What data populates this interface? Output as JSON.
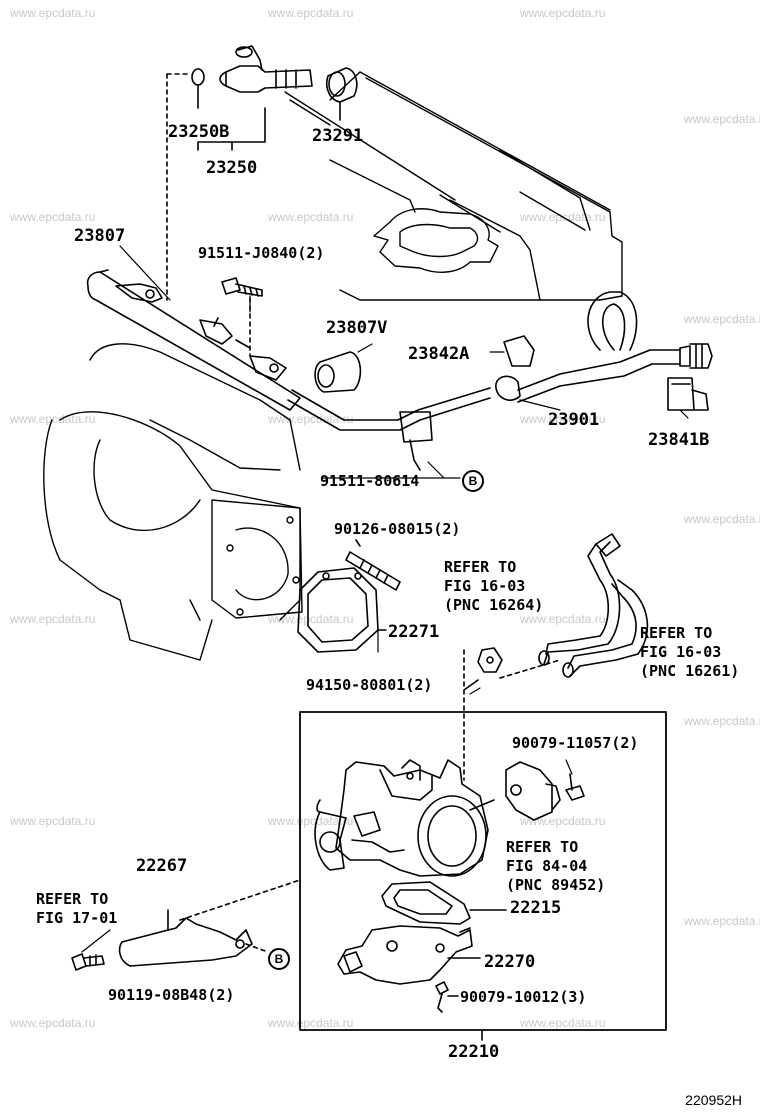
{
  "watermark": "www.epcdata.ru",
  "diagram_number": "220952H",
  "callout_marker": "B",
  "parts": {
    "p23250B": "23250B",
    "p23250": "23250",
    "p23291": "23291",
    "p23807": "23807",
    "p91511J0840": "91511-J0840(2)",
    "p23807V": "23807V",
    "p23842A": "23842A",
    "p23901": "23901",
    "p23841B": "23841B",
    "p9151180614": "91511-80614",
    "p9012608015": "90126-08015(2)",
    "p22271": "22271",
    "p9415080801": "94150-80801(2)",
    "p9007911057": "90079-11057(2)",
    "p22267": "22267",
    "p22215": "22215",
    "p22270": "22270",
    "p9007910012": "90079-10012(3)",
    "p9011908B48": "90119-08B48(2)",
    "p22210": "22210"
  },
  "references": {
    "ref1": [
      "REFER TO",
      "FIG 16-03",
      "(PNC 16264)"
    ],
    "ref2": [
      "REFER TO",
      "FIG 16-03",
      "(PNC 16261)"
    ],
    "ref3": [
      "REFER TO",
      "FIG 84-04",
      "(PNC 89452)"
    ],
    "ref4": [
      "REFER TO",
      "FIG 17-01"
    ]
  }
}
